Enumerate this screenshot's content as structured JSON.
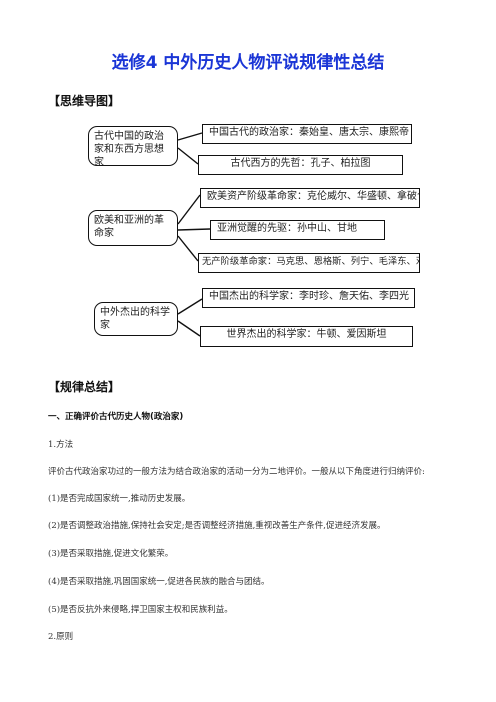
{
  "title": "选修4  中外历史人物评说规律性总结",
  "mindmap_heading": "【思维导图】",
  "mindmap": {
    "groups": [
      {
        "label": "古代中国的政治家和东西方思想家",
        "leaves": [
          "中国古代的政治家：秦始皇、唐太宗、康熙帝",
          "古代西方的先哲：孔子、柏拉图"
        ]
      },
      {
        "label": "欧美和亚洲的革命家",
        "leaves": [
          "欧美资产阶级革命家：克伦威尔、华盛顿、拿破仑",
          "亚洲觉醒的先驱：孙中山、甘地",
          "无产阶级革命家：马克思、恩格斯、列宁、毛泽东、邓小平"
        ]
      },
      {
        "label": "中外杰出的科学家",
        "leaves": [
          "中国杰出的科学家：李时珍、詹天佑、李四光",
          "世界杰出的科学家：牛顿、爱因斯坦"
        ]
      }
    ]
  },
  "summary_heading": "【规律总结】",
  "section1_heading": "一、正确评价古代历史人物(政治家)",
  "method_label": "1.方法",
  "method_intro": "评价古代政治家功过的一般方法为结合政治家的活动一分为二地评价。一般从以下角度进行归纳评价:",
  "criteria": [
    "(1)是否完成国家统一,推动历史发展。",
    "(2)是否调整政治措施,保持社会安定;是否调整经济措施,重视改善生产条件,促进经济发展。",
    "(3)是否采取措施,促进文化繁荣。",
    "(4)是否采取措施,巩固国家统一,促进各民族的融合与团结。",
    "(5)是否反抗外来侵略,捍卫国家主权和民族利益。"
  ],
  "principle_label": "2.原则"
}
